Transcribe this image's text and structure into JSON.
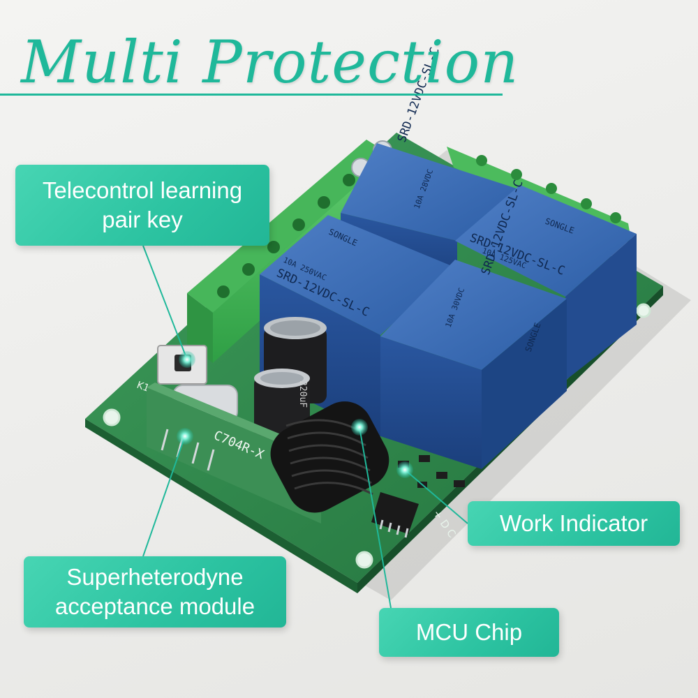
{
  "title": "Multi Protection",
  "colors": {
    "accent": "#1fb89a",
    "callout": "#2cc3a1",
    "board": "#2f8a4c",
    "relay": "#2e5fa8",
    "terminal": "#3cb556"
  },
  "callouts": {
    "telecontrol": {
      "line1": "Telecontrol learning",
      "line2": "pair key"
    },
    "work_indicator": "Work Indicator",
    "superheterodyne": {
      "line1": "Superheterodyne",
      "line2": "acceptance module"
    },
    "mcu": "MCU Chip"
  },
  "board_labels": {
    "relay_model": "SRD-12VDC-SL-C",
    "relay_brand": "SONGLE",
    "relay_rating_1": "10A 250VAC",
    "relay_rating_2": "10A 30VDC",
    "relay_rating_3": "10A 125VAC",
    "relay_rating_4": "10A 28VDC",
    "receiver_module": "C704R-X",
    "key_label": "K1",
    "capacitor": "220uF",
    "power_pins": "+ D C"
  }
}
